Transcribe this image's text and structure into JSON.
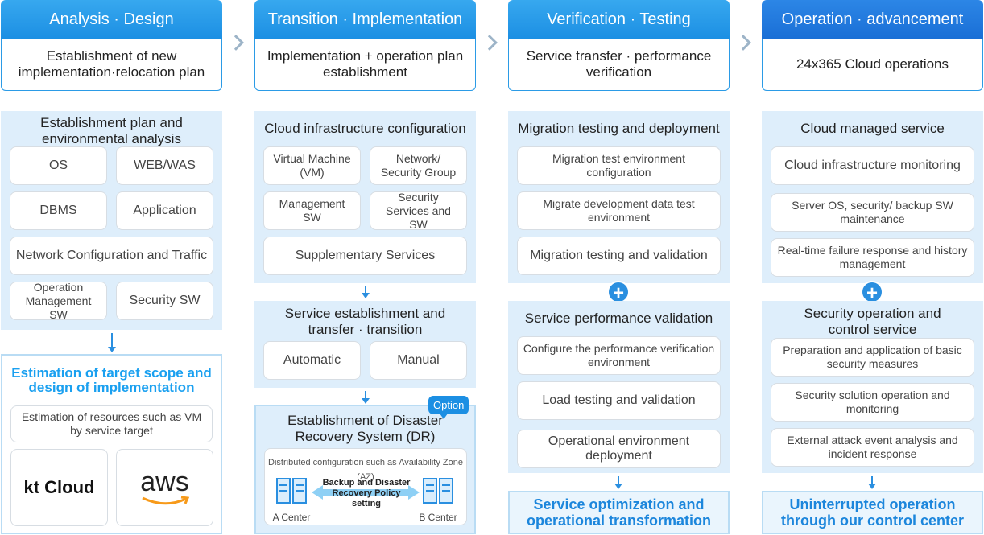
{
  "phases": [
    {
      "title": "Analysis · Design",
      "subtitle": "Establishment of new implementation·relocation plan"
    },
    {
      "title": "Transition · Implementation",
      "subtitle": "Implementation + operation plan establishment"
    },
    {
      "title": "Verification · Testing",
      "subtitle": "Service transfer · performance verification"
    },
    {
      "title": "Operation · advancement",
      "subtitle": "24x365 Cloud operations"
    }
  ],
  "col1": {
    "panel_title": "Establishment plan and environmental analysis",
    "items": [
      "OS",
      "WEB/WAS",
      "DBMS",
      "Application",
      "Network Configuration and Traffic",
      "Operation Management SW",
      "Security SW"
    ],
    "result_title": "Estimation of target scope and design of implementation",
    "result_box": "Estimation of resources such as VM by service target",
    "logo_kt": "kt Cloud",
    "logo_aws": "aws"
  },
  "col2": {
    "panel1_title": "Cloud infrastructure configuration",
    "panel1_items": [
      "Virtual Machine (VM)",
      "Network/ Security Group",
      "Management SW",
      "Security Services and SW",
      "Supplementary Services"
    ],
    "panel2_title": "Service establishment and transfer · transition",
    "panel2_items": [
      "Automatic",
      "Manual"
    ],
    "dr_title": "Establishment of Disaster Recovery System (DR)",
    "option_label": "Option",
    "dr_note": "Distributed configuration such as Availability Zone (AZ)",
    "dr_center_a": "A Center",
    "dr_center_b": "B Center",
    "dr_link_label": "Backup and Disaster Recovery Policy setting"
  },
  "col3": {
    "panel1_title": "Migration testing and deployment",
    "panel1_items": [
      "Migration test environment configuration",
      "Migrate development data test environment",
      "Migration testing and validation"
    ],
    "panel2_title": "Service performance validation",
    "panel2_items": [
      "Configure the performance verification environment",
      "Load testing and validation",
      "Operational environment deployment"
    ],
    "result": "Service optimization and operational transformation"
  },
  "col4": {
    "panel1_title": "Cloud managed service",
    "panel1_items": [
      "Cloud infrastructure monitoring",
      "Server OS, security/ backup SW maintenance",
      "Real-time failure response and history management"
    ],
    "panel2_title": "Security operation and control service",
    "panel2_items": [
      "Preparation and application of basic security measures",
      "Security solution operation and monitoring",
      "External attack event analysis and incident response"
    ],
    "result": "Uninterrupted operation through our control center"
  },
  "colors": {
    "header_blue": "#1c8fe3",
    "panel_bg": "#deeefb",
    "accent_text": "#1aa0f0"
  }
}
